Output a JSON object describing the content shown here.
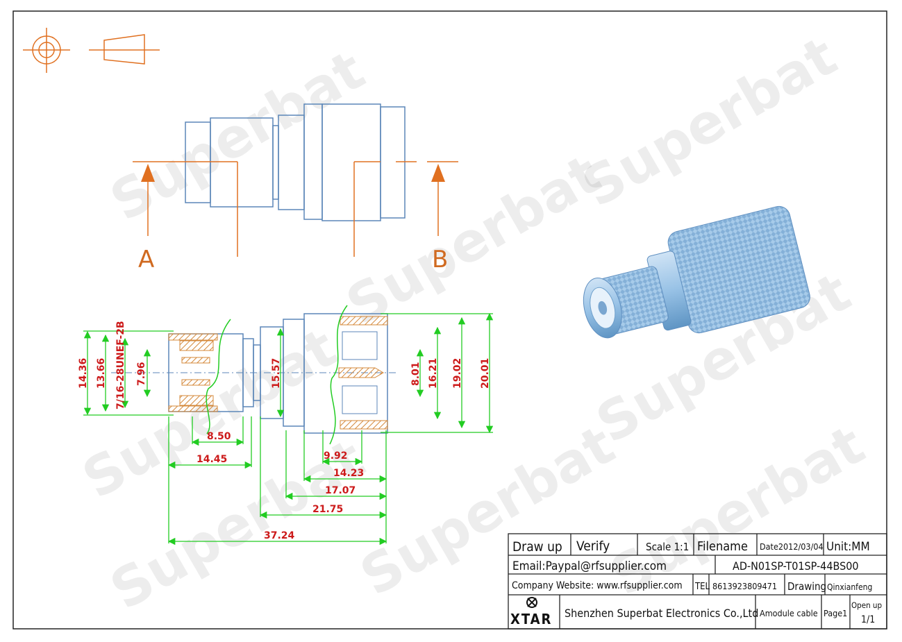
{
  "watermark": "Superbat",
  "colors": {
    "outline": "#5b86b8",
    "dimension": "#22cc22",
    "dimension_text": "#cc1a1a",
    "hatch": "#d4883a",
    "section_marker": "#e07020",
    "product_metal": "#9fc6e8"
  },
  "section_labels": {
    "a": "A",
    "b": "B"
  },
  "dimensions": {
    "vertical": [
      "14.36",
      "13.66",
      "7/16-28UNEF-2B",
      "7.96",
      "15.57",
      "8.01",
      "16.21",
      "19.02",
      "20.01"
    ],
    "horizontal": [
      "8.50",
      "14.45",
      "9.92",
      "14.23",
      "17.07",
      "21.75",
      "37.24"
    ]
  },
  "title_block": {
    "draw_up": "Draw up",
    "verify": "Verify",
    "scale": "Scale 1:1",
    "filename_label": "Filename",
    "date": "Date2012/03/04",
    "unit": "Unit:MM",
    "email": "Email:Paypal@rfsupplier.com",
    "part_number": "AD-N01SP-T01SP-44BS00",
    "website": "Company Website:  www.rfsupplier.com",
    "tel_label": "TEL",
    "tel": "8613923809471",
    "drawing_label": "Drawing",
    "drawer": "Qinxianfeng",
    "logo_text": "XTAR",
    "company": "Shenzhen Superbat Electronics Co.,Ltd",
    "cable": "Amodule cable",
    "page": "Page1",
    "open_up": "Open up",
    "open_up_val": "1/1"
  }
}
